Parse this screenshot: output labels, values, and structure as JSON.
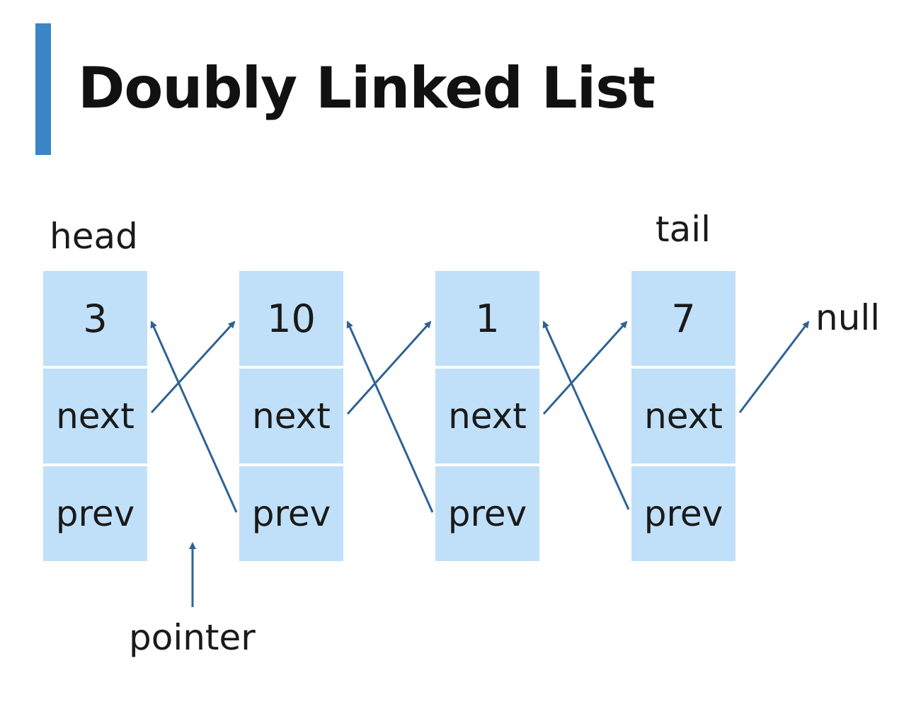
{
  "title": "Doubly Linked List",
  "labels": {
    "head": "head",
    "tail": "tail",
    "null": "null",
    "pointer": "pointer"
  },
  "nodes": [
    {
      "value": "3",
      "next": "next",
      "prev": "prev"
    },
    {
      "value": "10",
      "next": "next",
      "prev": "prev"
    },
    {
      "value": "1",
      "next": "next",
      "prev": "prev"
    },
    {
      "value": "7",
      "next": "next",
      "prev": "prev"
    }
  ],
  "colors": {
    "accent_bar": "#3a86c6",
    "node_fill": "#bfe0f8",
    "arrow": "#2f6394"
  }
}
